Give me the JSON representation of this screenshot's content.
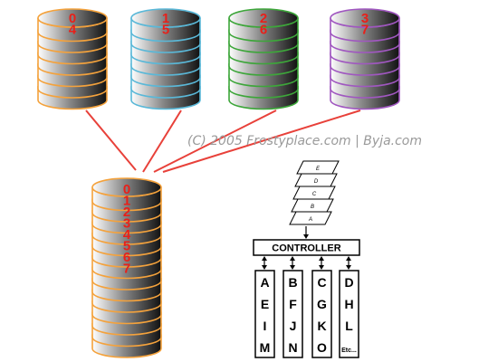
{
  "copyright": "(C) 2005  Frostyplace.com |  Byja.com",
  "colors": {
    "disk_orange": "#f4a23c",
    "disk_blue": "#5ab8d8",
    "disk_green": "#3da63a",
    "disk_purple": "#a057c0",
    "link_red": "#e8413a",
    "number_red": "#e8201a"
  },
  "top_disks": [
    {
      "name": "disk-0",
      "color": "#f4a23c",
      "labels": [
        "0",
        "4"
      ]
    },
    {
      "name": "disk-1",
      "color": "#5ab8d8",
      "labels": [
        "1",
        "5"
      ]
    },
    {
      "name": "disk-2",
      "color": "#3da63a",
      "labels": [
        "2",
        "6"
      ]
    },
    {
      "name": "disk-3",
      "color": "#a057c0",
      "labels": [
        "3",
        "7"
      ]
    }
  ],
  "combined_disk": {
    "color": "#f4a23c",
    "labels": [
      "0",
      "1",
      "2",
      "3",
      "4",
      "5",
      "6",
      "7"
    ]
  },
  "pages": [
    "A",
    "B",
    "C",
    "D",
    "E"
  ],
  "controller_label": "CONTROLLER",
  "grid_columns": [
    [
      "A",
      "E",
      "I",
      "M"
    ],
    [
      "B",
      "F",
      "J",
      "N"
    ],
    [
      "C",
      "G",
      "K",
      "O"
    ],
    [
      "D",
      "H",
      "L",
      "Etc..."
    ]
  ]
}
